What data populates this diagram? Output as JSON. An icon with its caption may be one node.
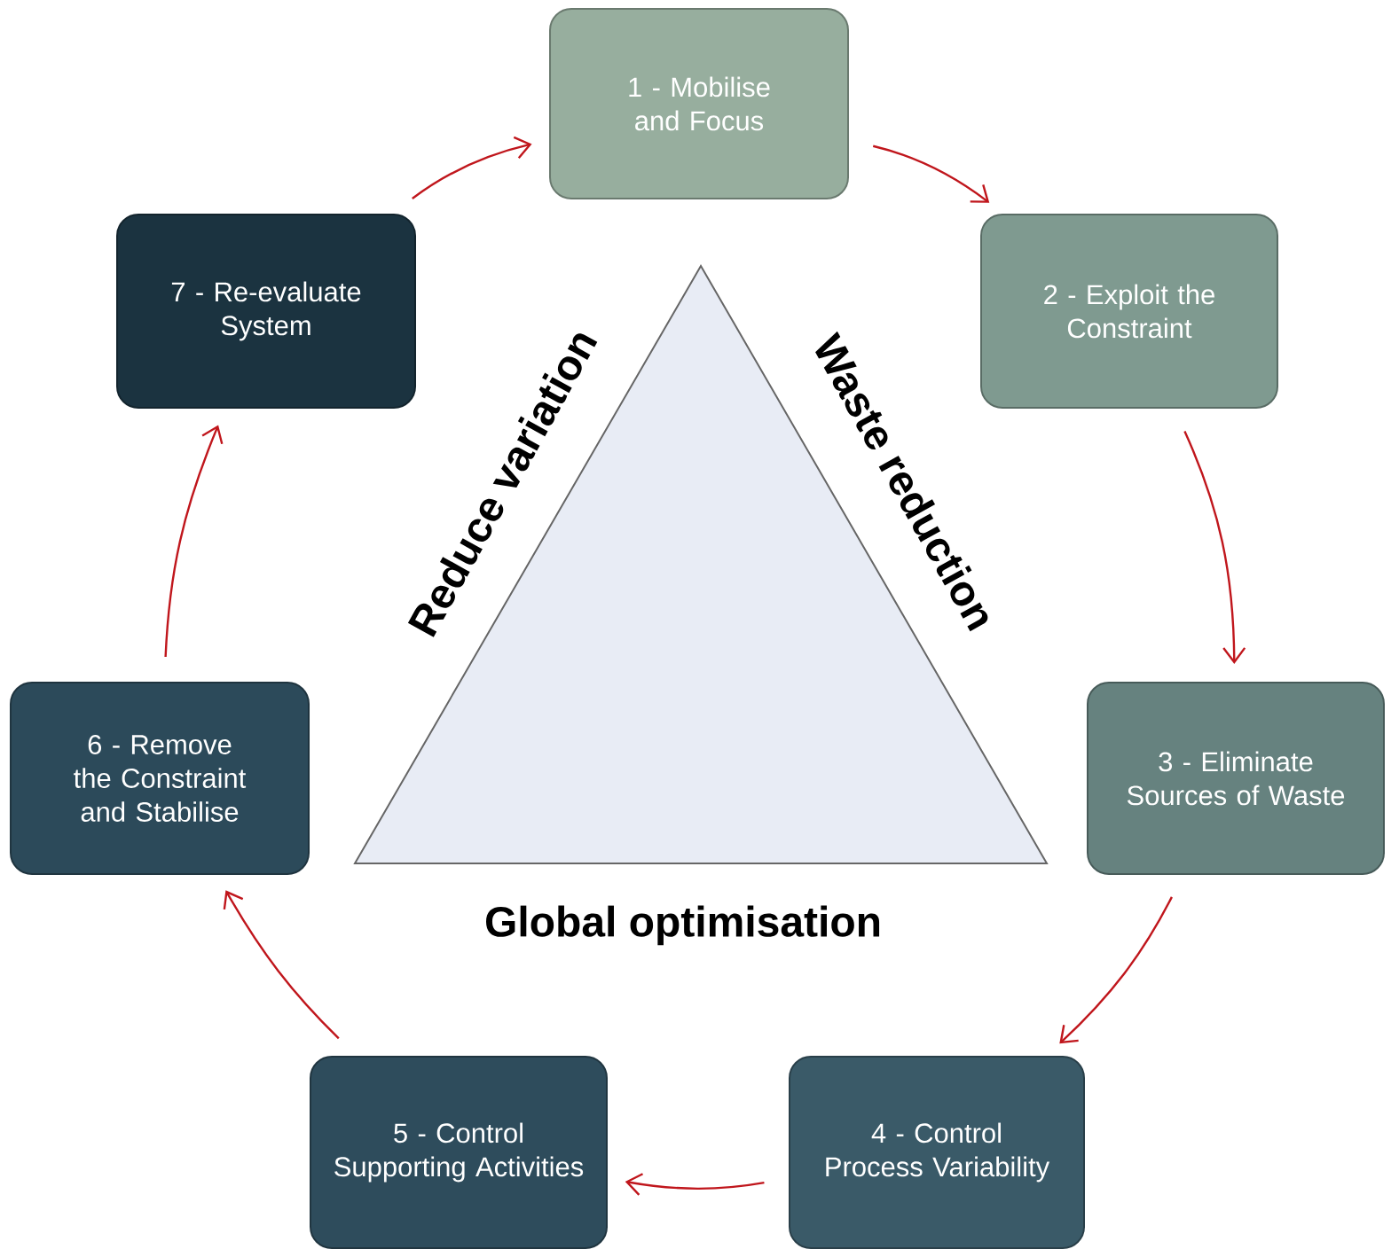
{
  "diagram": {
    "nodes": [
      {
        "text": [
          "1 - Mobilise and Focus"
        ]
      },
      {
        "text": [
          "2 - Exploit the Constraint"
        ]
      },
      {
        "text": [
          "3 - Eliminate Sources of Waste"
        ]
      },
      {
        "text": [
          "4 - Control Process Variability"
        ]
      },
      {
        "text": [
          "5 - Control Supporting Activities"
        ]
      },
      {
        "text": [
          "6 - Remove the Constraint and Stabilise"
        ]
      },
      {
        "text": [
          "7 - Re-evaluate System"
        ]
      }
    ],
    "edges": [
      {
        "from": 0,
        "to": 1,
        "arrow": "to"
      },
      {
        "from": 1,
        "to": 2,
        "arrow": "to"
      },
      {
        "from": 2,
        "to": 3,
        "arrow": "to"
      },
      {
        "from": 3,
        "to": 4,
        "arrow": "to"
      },
      {
        "from": 4,
        "to": 5,
        "arrow": "to"
      },
      {
        "from": 5,
        "to": 6,
        "arrow": "to"
      },
      {
        "from": 6,
        "to": 0,
        "arrow": "to"
      }
    ],
    "labels": [
      "Reduce variation",
      "Waste reduction",
      "Global optimisation"
    ]
  }
}
